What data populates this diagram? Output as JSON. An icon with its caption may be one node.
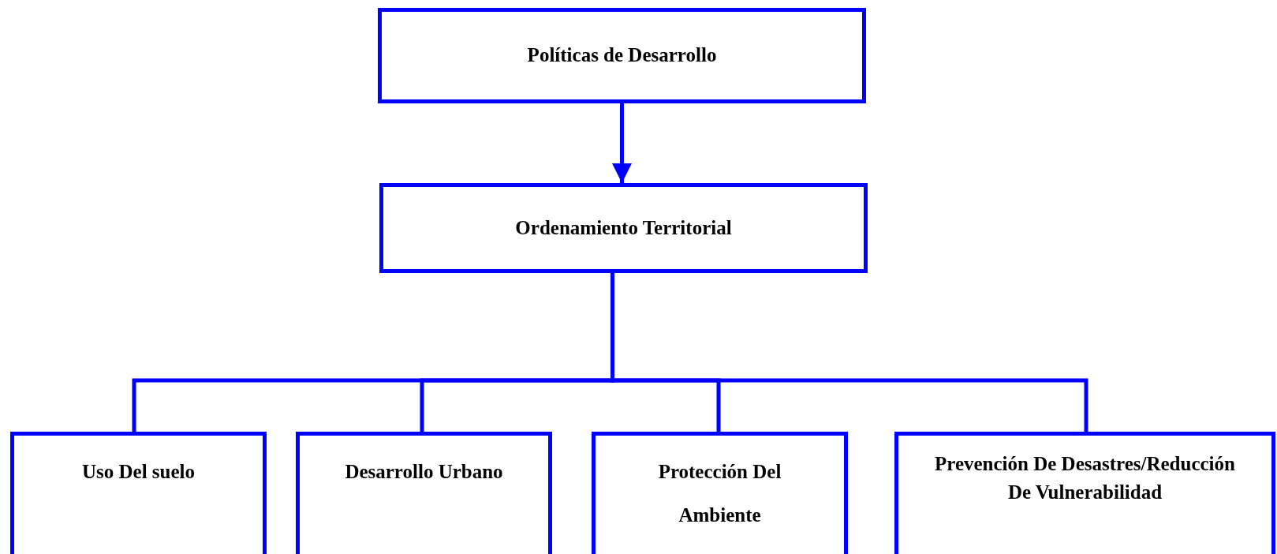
{
  "diagram": {
    "nodes": [
      {
        "text": [
          "Políticas de Desarrollo"
        ]
      },
      {
        "text": [
          "Ordenamiento Territorial"
        ]
      },
      {
        "text": [
          "Uso Del suelo"
        ]
      },
      {
        "text": [
          "Desarrollo Urbano"
        ]
      },
      {
        "text": [
          "Protección Del Ambiente"
        ]
      },
      {
        "text": [
          "Prevención De Desastres/Reducción De Vulnerabilidad"
        ]
      }
    ],
    "edges": [
      {
        "from": 0,
        "to": 1,
        "arrow": "to"
      },
      {
        "from": 1,
        "to": 2,
        "arrow": "none"
      },
      {
        "from": 1,
        "to": 3,
        "arrow": "none"
      },
      {
        "from": 1,
        "to": 4,
        "arrow": "none"
      },
      {
        "from": 1,
        "to": 5,
        "arrow": "none"
      }
    ]
  }
}
